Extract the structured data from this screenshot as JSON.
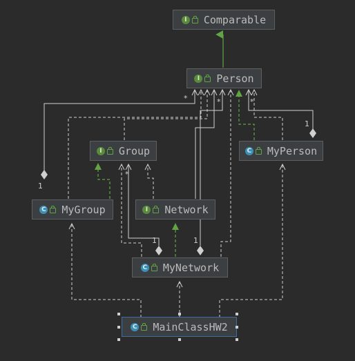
{
  "nodes": {
    "comparable": {
      "label": "Comparable",
      "kind": "interface",
      "badge": "I"
    },
    "person": {
      "label": "Person",
      "kind": "interface",
      "badge": "I"
    },
    "group": {
      "label": "Group",
      "kind": "interface",
      "badge": "I"
    },
    "myperson": {
      "label": "MyPerson",
      "kind": "class",
      "badge": "C"
    },
    "mygroup": {
      "label": "MyGroup",
      "kind": "class",
      "badge": "C"
    },
    "network": {
      "label": "Network",
      "kind": "interface",
      "badge": "I"
    },
    "mynetwork": {
      "label": "MyNetwork",
      "kind": "class",
      "badge": "C"
    },
    "main": {
      "label": "MainClassHW2",
      "kind": "class",
      "badge": "C"
    }
  },
  "multiplicities": {
    "m1": "*",
    "m2": "*",
    "m3": "*",
    "m4": "1",
    "m5": "1",
    "m6": "*",
    "m7": "1",
    "m8": "1"
  },
  "colors": {
    "background": "#2b2b2b",
    "edge": "#d0d0d0",
    "inheritance": "#62a344",
    "node_fill": "#3c3f41",
    "node_border": "#5e6060",
    "selected_border": "#3f6da6"
  }
}
